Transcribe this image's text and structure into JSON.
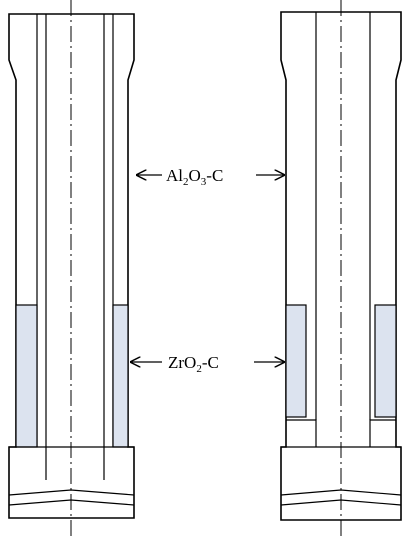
{
  "labels": {
    "alumina": {
      "base": "Al",
      "sub1": "2",
      "mid": "O",
      "sub2": "3",
      "tail": "-C"
    },
    "zirconia": {
      "base": "ZrO",
      "sub1": "2",
      "tail": "-C"
    }
  },
  "colors": {
    "zro2_fill": "#dce3ef",
    "line": "#000000"
  }
}
